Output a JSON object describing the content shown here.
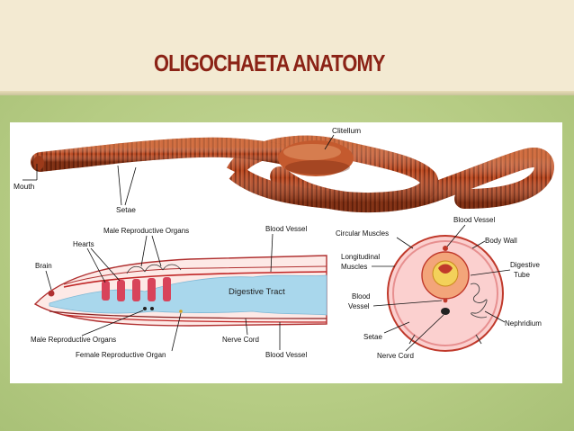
{
  "slide": {
    "title": "OLIGOCHAETA ANATOMY"
  },
  "diagram": {
    "external": {
      "clitellum": "Clitellum",
      "mouth": "Mouth",
      "setae": "Setae"
    },
    "longitudinal": {
      "male_reproductive_organs_top": "Male Reproductive Organs",
      "blood_vessel_top": "Blood Vessel",
      "hearts": "Hearts",
      "brain": "Brain",
      "digestive_tract": "Digestive Tract",
      "male_reproductive_organs_bottom": "Male Reproductive Organs",
      "female_reproductive_organ": "Female Reproductive Organ",
      "nerve_cord": "Nerve Cord",
      "blood_vessel_bottom": "Blood Vessel"
    },
    "cross_section": {
      "circular_muscles": "Circular Muscles",
      "blood_vessel": "Blood Vessel",
      "body_wall": "Body Wall",
      "longitudinal_muscles_1": "Longitudinal",
      "longitudinal_muscles_2": "Muscles",
      "digestive_tube_1": "Digestive",
      "digestive_tube_2": "Tube",
      "blood_vessel_left_1": "Blood",
      "blood_vessel_left_2": "Vessel",
      "nephridium": "Nephridium",
      "setae": "Setae",
      "nerve_cord": "Nerve Cord"
    }
  }
}
